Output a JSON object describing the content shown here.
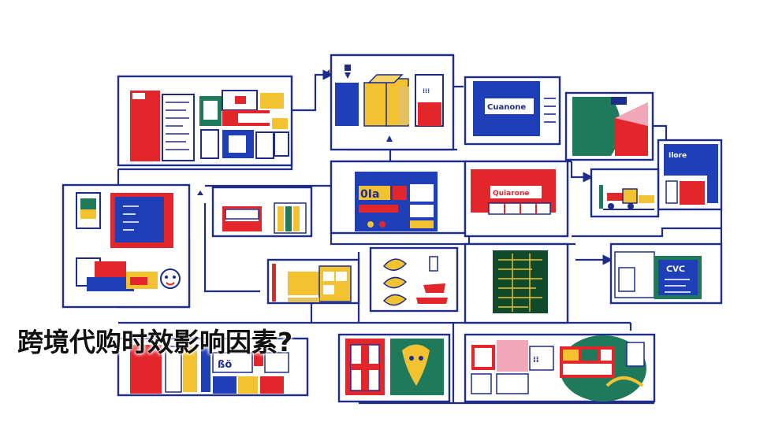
{
  "headline": "跨境代购时效影响因素?",
  "panel_labels": {
    "top_center_right": "Cuanone",
    "center_red": "Quiarone",
    "right_small": "Ilore",
    "bottom_right_panel": "ᑕᐯᑕ"
  },
  "colors": {
    "navy": "#1e2c8c",
    "blue": "#1f3fb8",
    "red": "#e3262c",
    "yellow": "#f2c230",
    "green": "#1f7a5c",
    "pink": "#f2a7b8",
    "black": "#111111"
  },
  "icons": [
    "box-stack-icon",
    "chart-icon",
    "document-icon",
    "circuit-board-icon",
    "forklift-icon"
  ]
}
